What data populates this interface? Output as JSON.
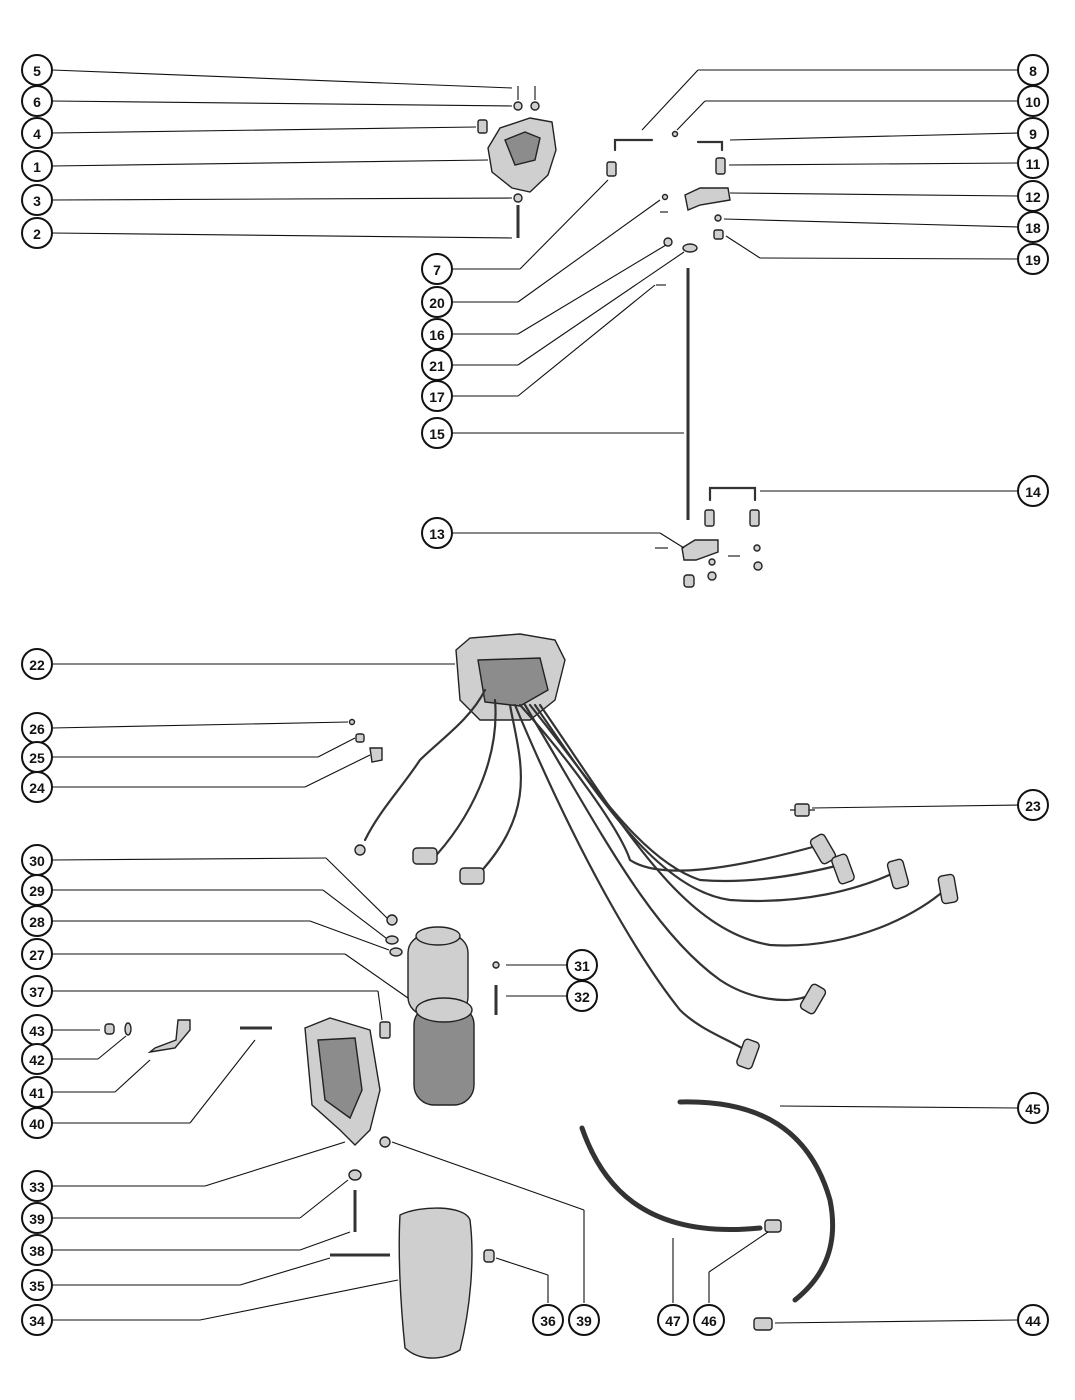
{
  "callouts": [
    {
      "id": "5",
      "label": "5"
    },
    {
      "id": "6",
      "label": "6"
    },
    {
      "id": "4",
      "label": "4"
    },
    {
      "id": "1",
      "label": "1"
    },
    {
      "id": "3",
      "label": "3"
    },
    {
      "id": "2",
      "label": "2"
    },
    {
      "id": "8",
      "label": "8"
    },
    {
      "id": "10",
      "label": "10"
    },
    {
      "id": "9",
      "label": "9"
    },
    {
      "id": "11",
      "label": "11"
    },
    {
      "id": "12",
      "label": "12"
    },
    {
      "id": "18",
      "label": "18"
    },
    {
      "id": "19",
      "label": "19"
    },
    {
      "id": "7",
      "label": "7"
    },
    {
      "id": "20",
      "label": "20"
    },
    {
      "id": "16",
      "label": "16"
    },
    {
      "id": "21",
      "label": "21"
    },
    {
      "id": "17",
      "label": "17"
    },
    {
      "id": "15",
      "label": "15"
    },
    {
      "id": "14",
      "label": "14"
    },
    {
      "id": "13",
      "label": "13"
    },
    {
      "id": "22",
      "label": "22"
    },
    {
      "id": "26",
      "label": "26"
    },
    {
      "id": "25",
      "label": "25"
    },
    {
      "id": "24",
      "label": "24"
    },
    {
      "id": "23",
      "label": "23"
    },
    {
      "id": "30",
      "label": "30"
    },
    {
      "id": "29",
      "label": "29"
    },
    {
      "id": "28",
      "label": "28"
    },
    {
      "id": "27",
      "label": "27"
    },
    {
      "id": "31",
      "label": "31"
    },
    {
      "id": "32",
      "label": "32"
    },
    {
      "id": "37",
      "label": "37"
    },
    {
      "id": "43",
      "label": "43"
    },
    {
      "id": "42",
      "label": "42"
    },
    {
      "id": "41",
      "label": "41"
    },
    {
      "id": "40",
      "label": "40"
    },
    {
      "id": "45",
      "label": "45"
    },
    {
      "id": "33",
      "label": "33"
    },
    {
      "id": "39a",
      "label": "39"
    },
    {
      "id": "38",
      "label": "38"
    },
    {
      "id": "35",
      "label": "35"
    },
    {
      "id": "34",
      "label": "34"
    },
    {
      "id": "36",
      "label": "36"
    },
    {
      "id": "39b",
      "label": "39"
    },
    {
      "id": "47",
      "label": "47"
    },
    {
      "id": "46",
      "label": "46"
    },
    {
      "id": "44",
      "label": "44"
    }
  ]
}
